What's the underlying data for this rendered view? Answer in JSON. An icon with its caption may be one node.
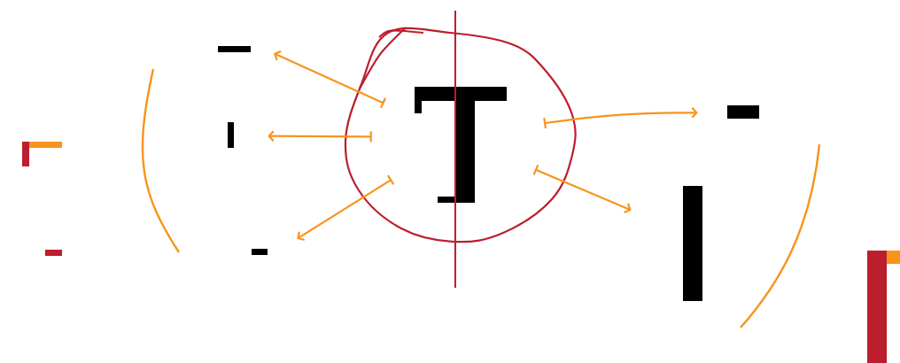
{
  "diagram": {
    "nodes": [
      {
        "text": [],
        "shape": "circle"
      },
      {
        "text": [],
        "shape": "bar"
      },
      {
        "text": [],
        "shape": "bar"
      },
      {
        "text": [],
        "shape": "bar"
      },
      {
        "text": [],
        "shape": "bar"
      },
      {
        "text": [],
        "shape": "bar"
      }
    ],
    "edges": [
      {
        "from": 0,
        "to": 1,
        "arrow": "to"
      },
      {
        "from": 0,
        "to": 2,
        "arrow": "to"
      },
      {
        "from": 0,
        "to": 3,
        "arrow": "to"
      },
      {
        "from": 0,
        "to": 4,
        "arrow": "to"
      },
      {
        "from": 0,
        "to": 5,
        "arrow": "to"
      }
    ]
  }
}
